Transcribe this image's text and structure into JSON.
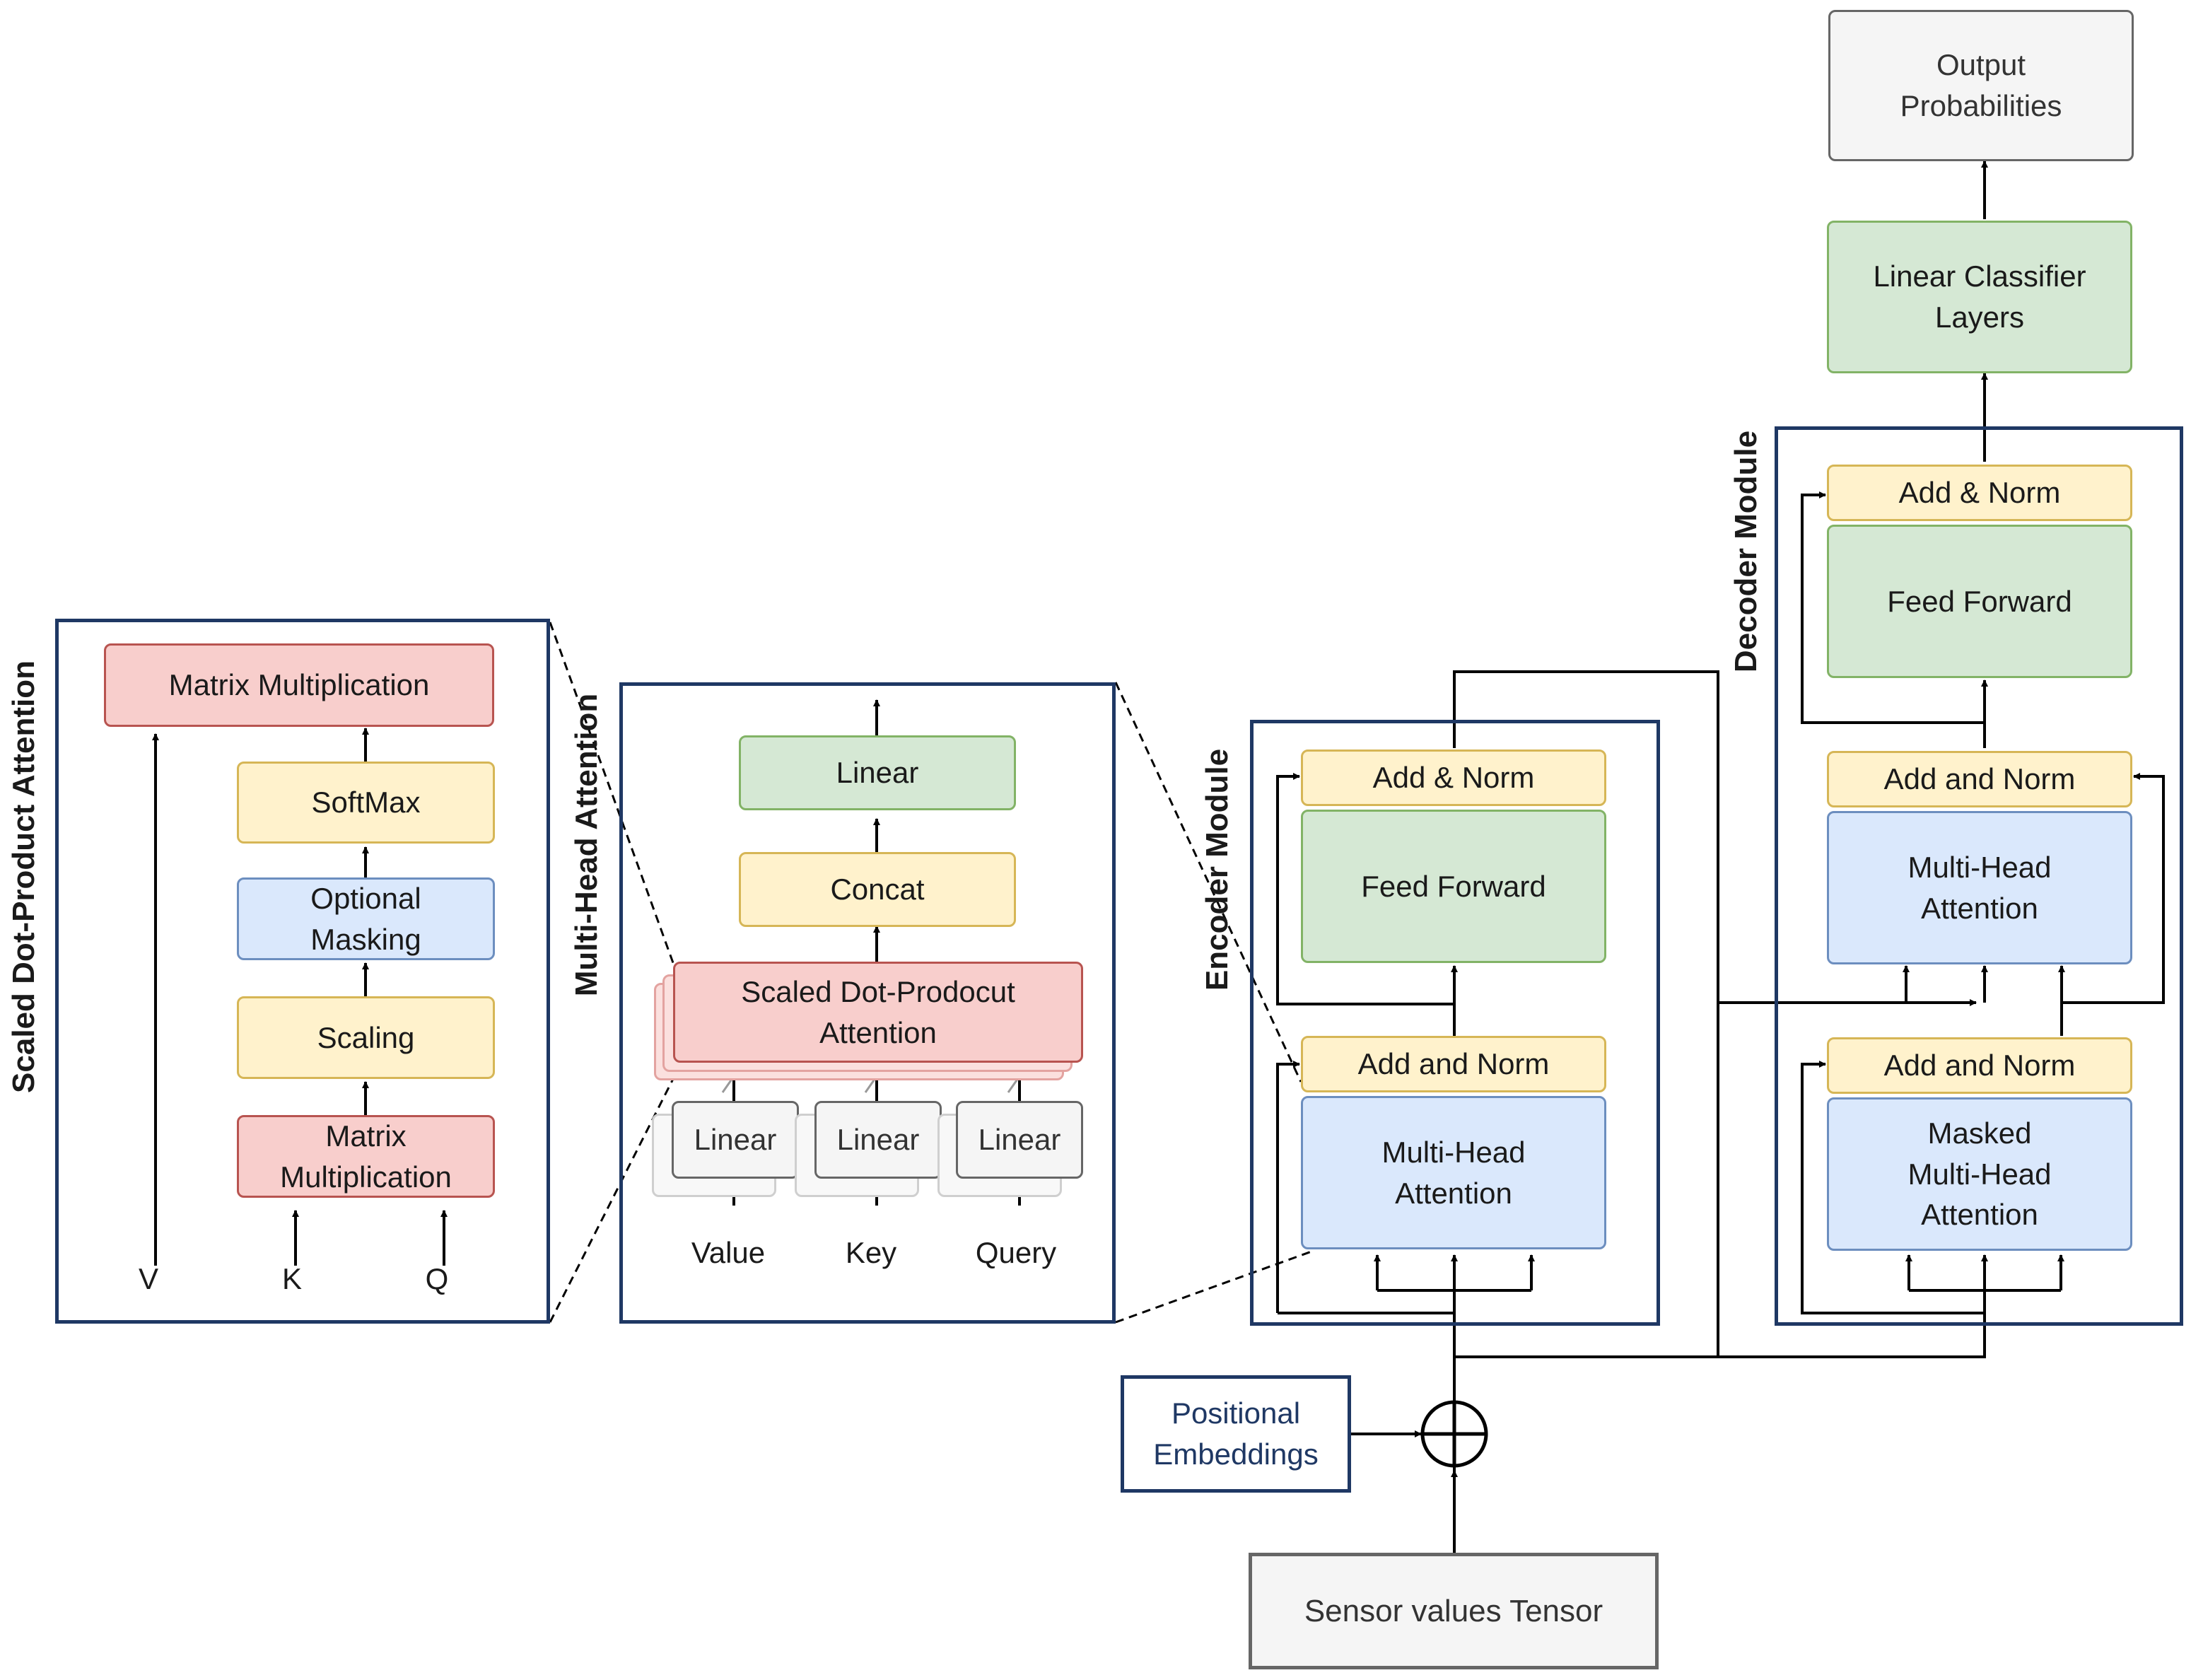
{
  "titles": {
    "sdpa": "Scaled Dot-Product Attention",
    "mha": "Multi-Head Attention",
    "encoder": "Encoder Module",
    "decoder": "Decoder Module"
  },
  "sdpa": {
    "matmul_top": "Matrix Multiplication",
    "softmax": "SoftMax",
    "masking": "Optional\nMasking",
    "scaling": "Scaling",
    "matmul_bottom": "Matrix\nMultiplication",
    "input_v": "V",
    "input_k": "K",
    "input_q": "Q"
  },
  "mha": {
    "linear_top": "Linear",
    "concat": "Concat",
    "sdpa": "Scaled Dot-Prodocut\nAttention",
    "linear_1": "Linear",
    "linear_2": "Linear",
    "linear_3": "Linear",
    "input_value": "Value",
    "input_key": "Key",
    "input_query": "Query"
  },
  "encoder": {
    "add_norm_top": "Add & Norm",
    "feed_forward": "Feed Forward",
    "add_norm_bottom": "Add and Norm",
    "mha": "Multi-Head\nAttention"
  },
  "decoder": {
    "add_norm_top": "Add & Norm",
    "feed_forward": "Feed Forward",
    "add_norm_mid": "Add and Norm",
    "mha": "Multi-Head\nAttention",
    "add_norm_bottom": "Add and Norm",
    "masked_mha": "Masked\nMulti-Head\nAttention"
  },
  "head": {
    "classifier": "Linear Classifier\nLayers",
    "output": "Output\nProbabilities"
  },
  "inputs": {
    "positional": "Positional\nEmbeddings",
    "sensor": "Sensor values Tensor"
  }
}
